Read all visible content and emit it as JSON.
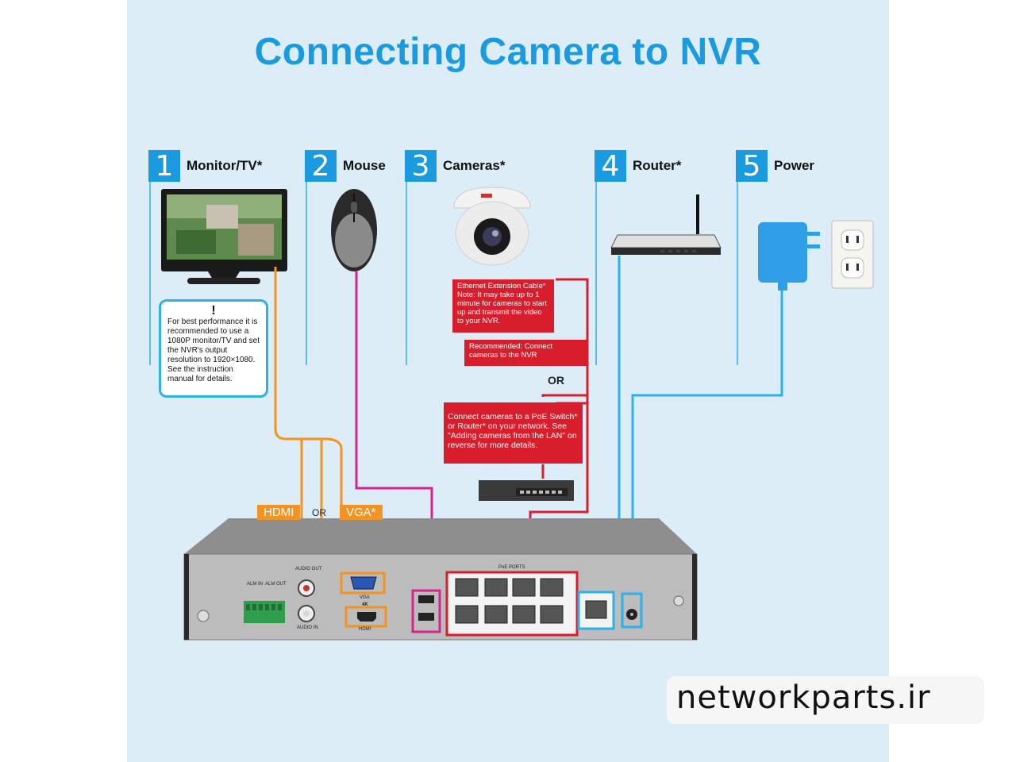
{
  "title": "Connecting Camera to NVR",
  "steps": [
    {
      "num": "1",
      "label": "Monitor/TV*"
    },
    {
      "num": "2",
      "label": "Mouse"
    },
    {
      "num": "3",
      "label": "Cameras*"
    },
    {
      "num": "4",
      "label": "Router*"
    },
    {
      "num": "5",
      "label": "Power"
    }
  ],
  "note": {
    "mark": "!",
    "text": "For best performance it is recommended to use a 1080P monitor/TV and set the NVR's output resolution to 1920×1080. See the instruction manual for details."
  },
  "ethernet_box": "Ethernet Extension Cable* Note: It may take up to 1 minute for cameras to start up and transmit the video to your NVR.",
  "recommended_box": "Recommended: Connect cameras to the NVR",
  "or_mid": "OR",
  "poe_box": "Connect cameras to a PoE Switch* or Router* on your network. See \"Adding cameras from the LAN\" on reverse for more details.",
  "outputs": {
    "hdmi": "HDMI",
    "or": "OR",
    "vga": "VGA*"
  },
  "nvr_labels": {
    "audio_out": "AUDIO OUT",
    "audio_in": "AUDIO IN",
    "vga": "VGA",
    "hdmi_4k": "4K",
    "hdmi": "HDMI",
    "alm_in": "ALM IN",
    "alm_out": "ALM OUT",
    "poe_ports": "PoE PORTS"
  },
  "watermark": "networkparts.ir",
  "colors": {
    "accent": "#1a9be0",
    "red": "#d81e2c",
    "orange": "#f39322",
    "magenta": "#d6248d"
  }
}
